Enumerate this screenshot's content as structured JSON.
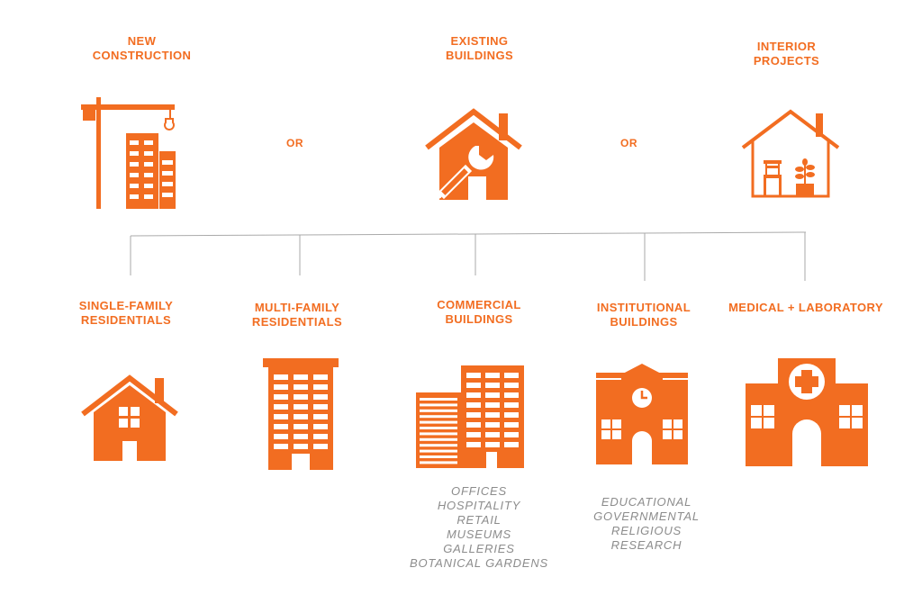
{
  "top_categories": [
    {
      "lines": [
        "NEW",
        "CONSTRUCTION"
      ],
      "icon": "construction-crane-icon"
    },
    {
      "lines": [
        "EXISTING",
        "BUILDINGS"
      ],
      "icon": "house-wrench-icon"
    },
    {
      "lines": [
        "INTERIOR",
        "PROJECTS"
      ],
      "icon": "house-interior-icon"
    }
  ],
  "connectors": [
    "OR",
    "OR"
  ],
  "building_types": [
    {
      "lines": [
        "SINGLE-FAMILY",
        "RESIDENTIALS"
      ],
      "icon": "house-icon",
      "examples": []
    },
    {
      "lines": [
        "MULTI-FAMILY",
        "RESIDENTIALS"
      ],
      "icon": "apartment-building-icon",
      "examples": []
    },
    {
      "lines": [
        "COMMERCIAL",
        "BUILDINGS"
      ],
      "icon": "office-towers-icon",
      "examples": [
        "OFFICES",
        "HOSPITALITY",
        "RETAIL",
        "MUSEUMS",
        "GALLERIES",
        "BOTANICAL GARDENS"
      ]
    },
    {
      "lines": [
        "INSTITUTIONAL",
        "BUILDINGS"
      ],
      "icon": "school-building-icon",
      "examples": [
        "EDUCATIONAL",
        "GOVERNMENTAL",
        "RELIGIOUS",
        "RESEARCH"
      ]
    },
    {
      "lines": [
        "MEDICAL + LABORATORY"
      ],
      "icon": "hospital-icon",
      "examples": []
    }
  ],
  "colors": {
    "accent": "#f26d21",
    "text_muted": "#8c8c8c",
    "line": "#aaaaaa"
  }
}
